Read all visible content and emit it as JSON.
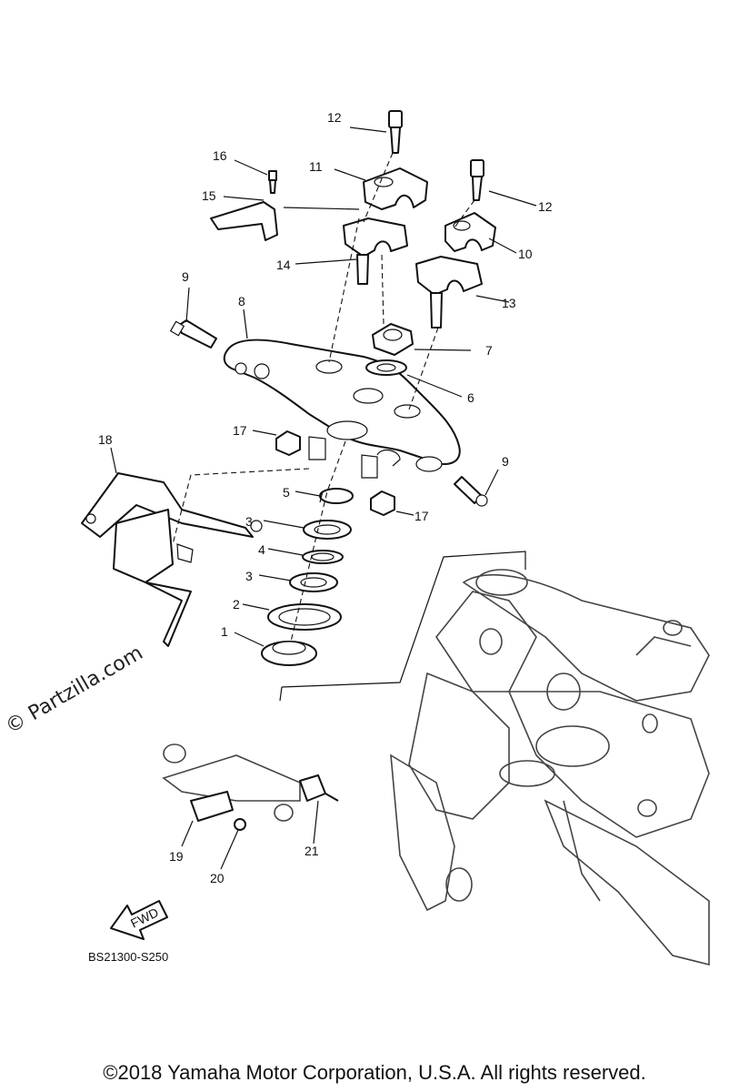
{
  "diagram": {
    "code": "BS21300-S250",
    "fwd_label": "FWD",
    "watermark": "© Partzilla.com",
    "copyright": "©2018 Yamaha Motor Corporation, U.S.A. All rights reserved.",
    "callouts": [
      {
        "id": "c1",
        "number": "1"
      },
      {
        "id": "c2",
        "number": "2"
      },
      {
        "id": "c3a",
        "number": "3"
      },
      {
        "id": "c3b",
        "number": "3"
      },
      {
        "id": "c4",
        "number": "4"
      },
      {
        "id": "c5",
        "number": "5"
      },
      {
        "id": "c6",
        "number": "6"
      },
      {
        "id": "c7",
        "number": "7"
      },
      {
        "id": "c8",
        "number": "8"
      },
      {
        "id": "c9a",
        "number": "9"
      },
      {
        "id": "c9b",
        "number": "9"
      },
      {
        "id": "c10",
        "number": "10"
      },
      {
        "id": "c11",
        "number": "11"
      },
      {
        "id": "c12a",
        "number": "12"
      },
      {
        "id": "c12b",
        "number": "12"
      },
      {
        "id": "c13",
        "number": "13"
      },
      {
        "id": "c14",
        "number": "14"
      },
      {
        "id": "c15",
        "number": "15"
      },
      {
        "id": "c16",
        "number": "16"
      },
      {
        "id": "c17a",
        "number": "17"
      },
      {
        "id": "c17b",
        "number": "17"
      },
      {
        "id": "c18",
        "number": "18"
      },
      {
        "id": "c19",
        "number": "19"
      },
      {
        "id": "c20",
        "number": "20"
      },
      {
        "id": "c21",
        "number": "21"
      }
    ]
  }
}
